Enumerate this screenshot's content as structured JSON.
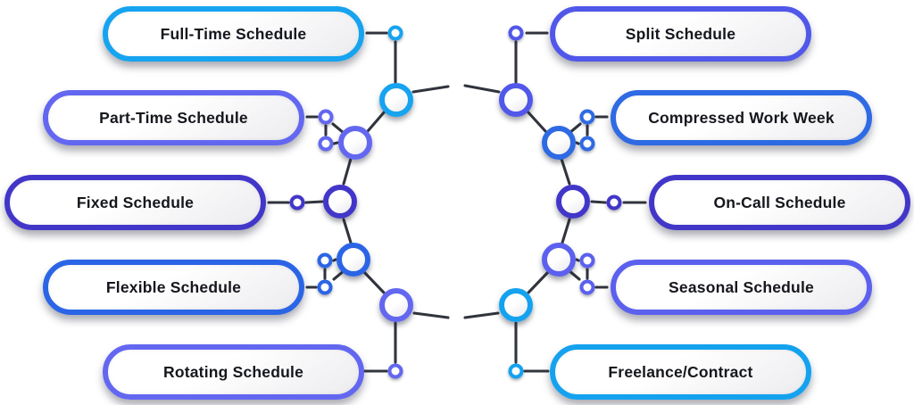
{
  "diagram": {
    "items": [
      {
        "label": "Full-Time Schedule",
        "color": "#16a3ef",
        "side": "left"
      },
      {
        "label": "Part-Time Schedule",
        "color": "#6367f0",
        "side": "left"
      },
      {
        "label": "Fixed Schedule",
        "color": "#4236c9",
        "side": "left"
      },
      {
        "label": "Flexible Schedule",
        "color": "#2b65e6",
        "side": "left"
      },
      {
        "label": "Rotating Schedule",
        "color": "#6367f0",
        "side": "left"
      },
      {
        "label": "Split Schedule",
        "color": "#5157e9",
        "side": "right"
      },
      {
        "label": "Compressed Work Week",
        "color": "#2e6ae3",
        "side": "right"
      },
      {
        "label": "On-Call Schedule",
        "color": "#4236c9",
        "side": "right"
      },
      {
        "label": "Seasonal Schedule",
        "color": "#5c60ee",
        "side": "right"
      },
      {
        "label": "Freelance/Contract",
        "color": "#14a2ef",
        "side": "right"
      }
    ],
    "line_color": "#262a33",
    "text_color": "#15171c"
  }
}
